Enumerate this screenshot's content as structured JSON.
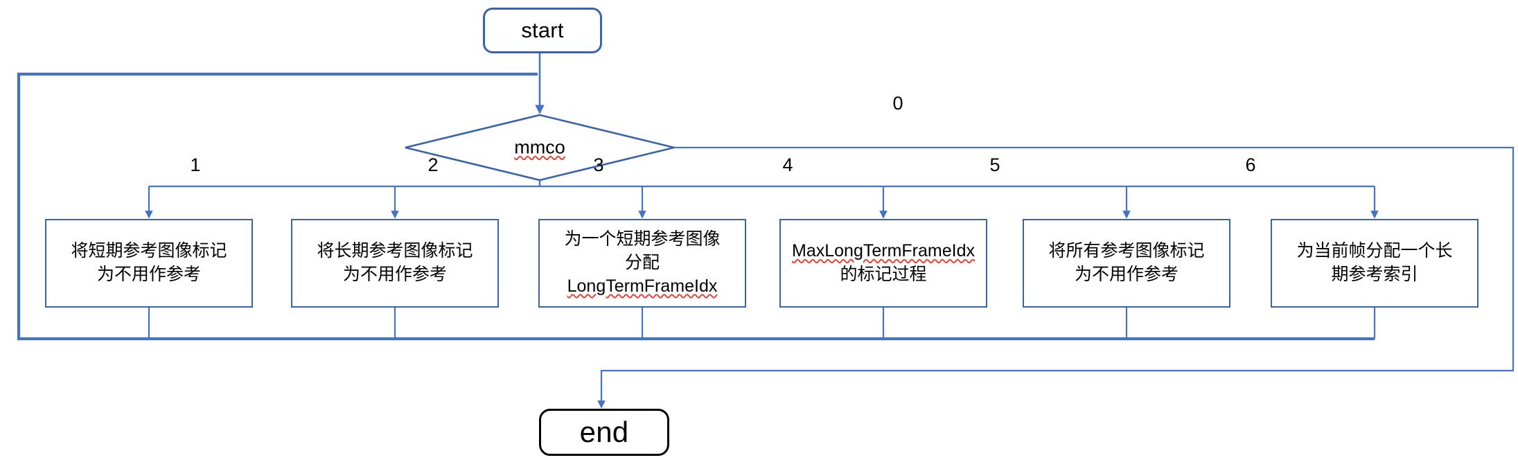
{
  "diagram": {
    "type": "flowchart",
    "title": "mmco marking process flowchart",
    "colors": {
      "edge_blue": "#4472c4",
      "node_border_blue": "#3a63ab",
      "node_border_black": "#000000",
      "thick_loop_blue": "#4472c4",
      "spellcheck_red": "#e8413a",
      "background": "#ffffff",
      "text": "#000000"
    },
    "start_node": {
      "label": "start",
      "shape": "rounded-rectangle",
      "border_color": "#3a63ab"
    },
    "decision_node": {
      "label": "mmco",
      "shape": "diamond",
      "spellchecked": true
    },
    "end_node": {
      "label": "end",
      "shape": "rounded-rectangle",
      "border_color": "#000000"
    },
    "branch_labels": {
      "zero": "0",
      "one": "1",
      "two": "2",
      "three": "3",
      "four": "4",
      "five": "5",
      "six": "6"
    },
    "process_nodes": [
      {
        "branch": "1",
        "lines": [
          "将短期参考图像标记",
          "为不用作参考"
        ],
        "spell_lines": []
      },
      {
        "branch": "2",
        "lines": [
          "将长期参考图像标记",
          "为不用作参考"
        ],
        "spell_lines": []
      },
      {
        "branch": "3",
        "lines": [
          "为一个短期参考图像",
          "分配",
          "LongTermFrameIdx"
        ],
        "spell_lines": [
          "LongTermFrameIdx"
        ]
      },
      {
        "branch": "4",
        "lines": [
          "MaxLongTermFrameIdx",
          "的标记过程"
        ],
        "spell_lines": [
          "MaxLongTermFrameIdx"
        ]
      },
      {
        "branch": "5",
        "lines": [
          "将所有参考图像标记",
          "为不用作参考"
        ],
        "spell_lines": []
      },
      {
        "branch": "6",
        "lines": [
          "为当前帧分配一个长",
          "期参考索引"
        ],
        "spell_lines": []
      }
    ]
  }
}
